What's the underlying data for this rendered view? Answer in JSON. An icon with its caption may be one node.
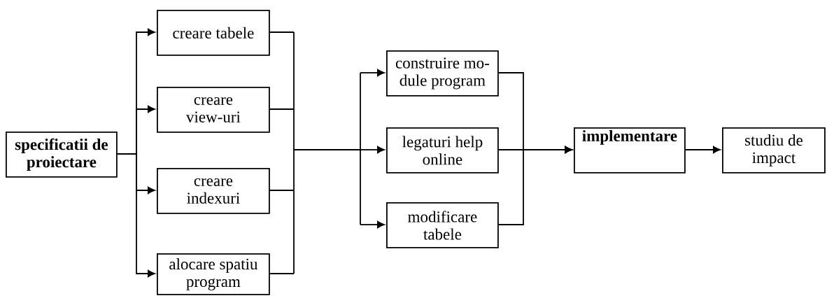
{
  "diagram": {
    "nodes": [
      {
        "text": [
          "specificatii de proiectare"
        ]
      },
      {
        "text": [
          "creare tabele"
        ]
      },
      {
        "text": [
          "creare view-uri"
        ]
      },
      {
        "text": [
          "creare indexuri"
        ]
      },
      {
        "text": [
          "alocare spatiu program"
        ]
      },
      {
        "text": [
          "construire mo- dule program"
        ]
      },
      {
        "text": [
          "legaturi help online"
        ]
      },
      {
        "text": [
          "modificare tabele"
        ]
      },
      {
        "text": [
          "implementare"
        ]
      },
      {
        "text": [
          "studiu de impact"
        ]
      }
    ],
    "edges": [
      {
        "from": 0,
        "to": 1,
        "arrow": "to"
      },
      {
        "from": 0,
        "to": 2,
        "arrow": "to"
      },
      {
        "from": 0,
        "to": 3,
        "arrow": "to"
      },
      {
        "from": 0,
        "to": 4,
        "arrow": "to"
      },
      {
        "from": 1,
        "to": 5,
        "arrow": "to"
      },
      {
        "from": 1,
        "to": 6,
        "arrow": "to"
      },
      {
        "from": 1,
        "to": 7,
        "arrow": "to"
      },
      {
        "from": 2,
        "to": 5,
        "arrow": "to"
      },
      {
        "from": 2,
        "to": 6,
        "arrow": "to"
      },
      {
        "from": 2,
        "to": 7,
        "arrow": "to"
      },
      {
        "from": 3,
        "to": 5,
        "arrow": "to"
      },
      {
        "from": 3,
        "to": 6,
        "arrow": "to"
      },
      {
        "from": 3,
        "to": 7,
        "arrow": "to"
      },
      {
        "from": 4,
        "to": 5,
        "arrow": "to"
      },
      {
        "from": 4,
        "to": 6,
        "arrow": "to"
      },
      {
        "from": 4,
        "to": 7,
        "arrow": "to"
      },
      {
        "from": 5,
        "to": 8,
        "arrow": "to"
      },
      {
        "from": 6,
        "to": 8,
        "arrow": "to"
      },
      {
        "from": 7,
        "to": 8,
        "arrow": "to"
      },
      {
        "from": 8,
        "to": 9,
        "arrow": "to"
      }
    ]
  }
}
